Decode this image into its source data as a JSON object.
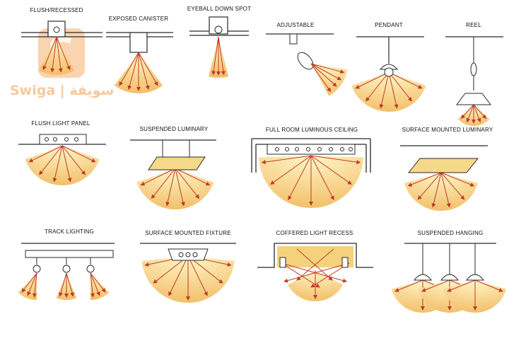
{
  "diagram": {
    "labels": {
      "flush_recessed": "FLUSH/RECESSED",
      "exposed_canister": "EXPOSED CANISTER",
      "eyeball_down_spot": "EYEBALL DOWN SPOT",
      "adjustable": "ADJUSTABLE",
      "pendant": "PENDANT",
      "reel": "REEL",
      "flush_light_panel": "FLUSH LIGHT PANEL",
      "suspended_luminary": "SUSPENDED LUMINARY",
      "full_room_luminous_ceiling": "FULL ROOM LUMINOUS CEILING",
      "surface_mounted_luminary": "SURFACE MOUNTED LUMINARY",
      "track_lighting": "TRACK LIGHTING",
      "surface_mounted_fixture": "SURFACE MOUNTED FIXTURE",
      "coffered_light_recess": "COFFERED LIGHT RECESS",
      "suspended_hanging": "SUSPENDED HANGING"
    },
    "colors": {
      "light_inner": "#fff2b8",
      "light_outer": "#f4c776",
      "ray": "#c0392b",
      "line": "#2a2a2a",
      "watermark": "#f5b06f"
    }
  },
  "watermark": {
    "text": "Swiga | سويقة"
  }
}
